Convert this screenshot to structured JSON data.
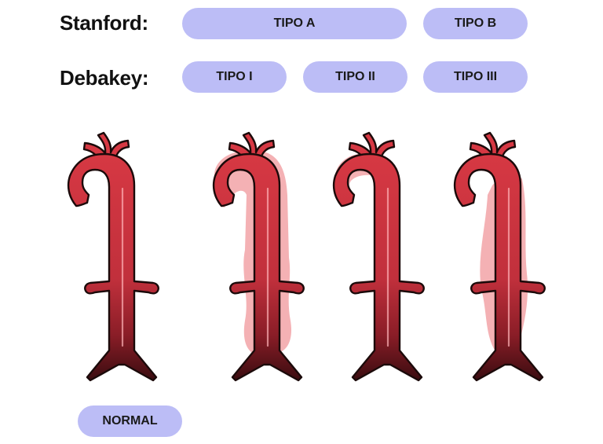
{
  "classifications": {
    "stanford": {
      "label": "Stanford:",
      "types": [
        "TIPO A",
        "TIPO B"
      ]
    },
    "debakey": {
      "label": "Debakey:",
      "types": [
        "TIPO I",
        "TIPO II",
        "TIPO III"
      ]
    }
  },
  "normal_label": "NORMAL",
  "colors": {
    "pill": "#bcbdf6",
    "aorta": "#d63843",
    "aorta_dark": "#3a0c10",
    "dissection": "#f2a3a7"
  }
}
